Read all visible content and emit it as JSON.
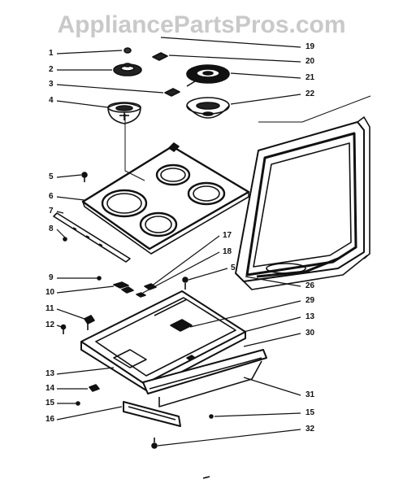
{
  "watermark": "AppliancePartsPros.com",
  "colors": {
    "ink": "#111111",
    "watermark": "#c9c9c9",
    "background": "#ffffff"
  },
  "callouts": {
    "c1": "1",
    "c2": "2",
    "c3": "3",
    "c4": "4",
    "c5": "5",
    "c6": "6",
    "c7": "7",
    "c8": "8",
    "c9": "9",
    "c10": "10",
    "c11": "11",
    "c12": "12",
    "c13a": "13",
    "c14": "14",
    "c15a": "15",
    "c16": "16",
    "c17": "17",
    "c18": "18",
    "c19": "19",
    "c20": "20",
    "c21": "21",
    "c22": "22",
    "c26": "26",
    "c29": "29",
    "c13b": "13",
    "c30": "30",
    "c31": "31",
    "c15b": "15",
    "c32": "32",
    "c5b": "5"
  }
}
